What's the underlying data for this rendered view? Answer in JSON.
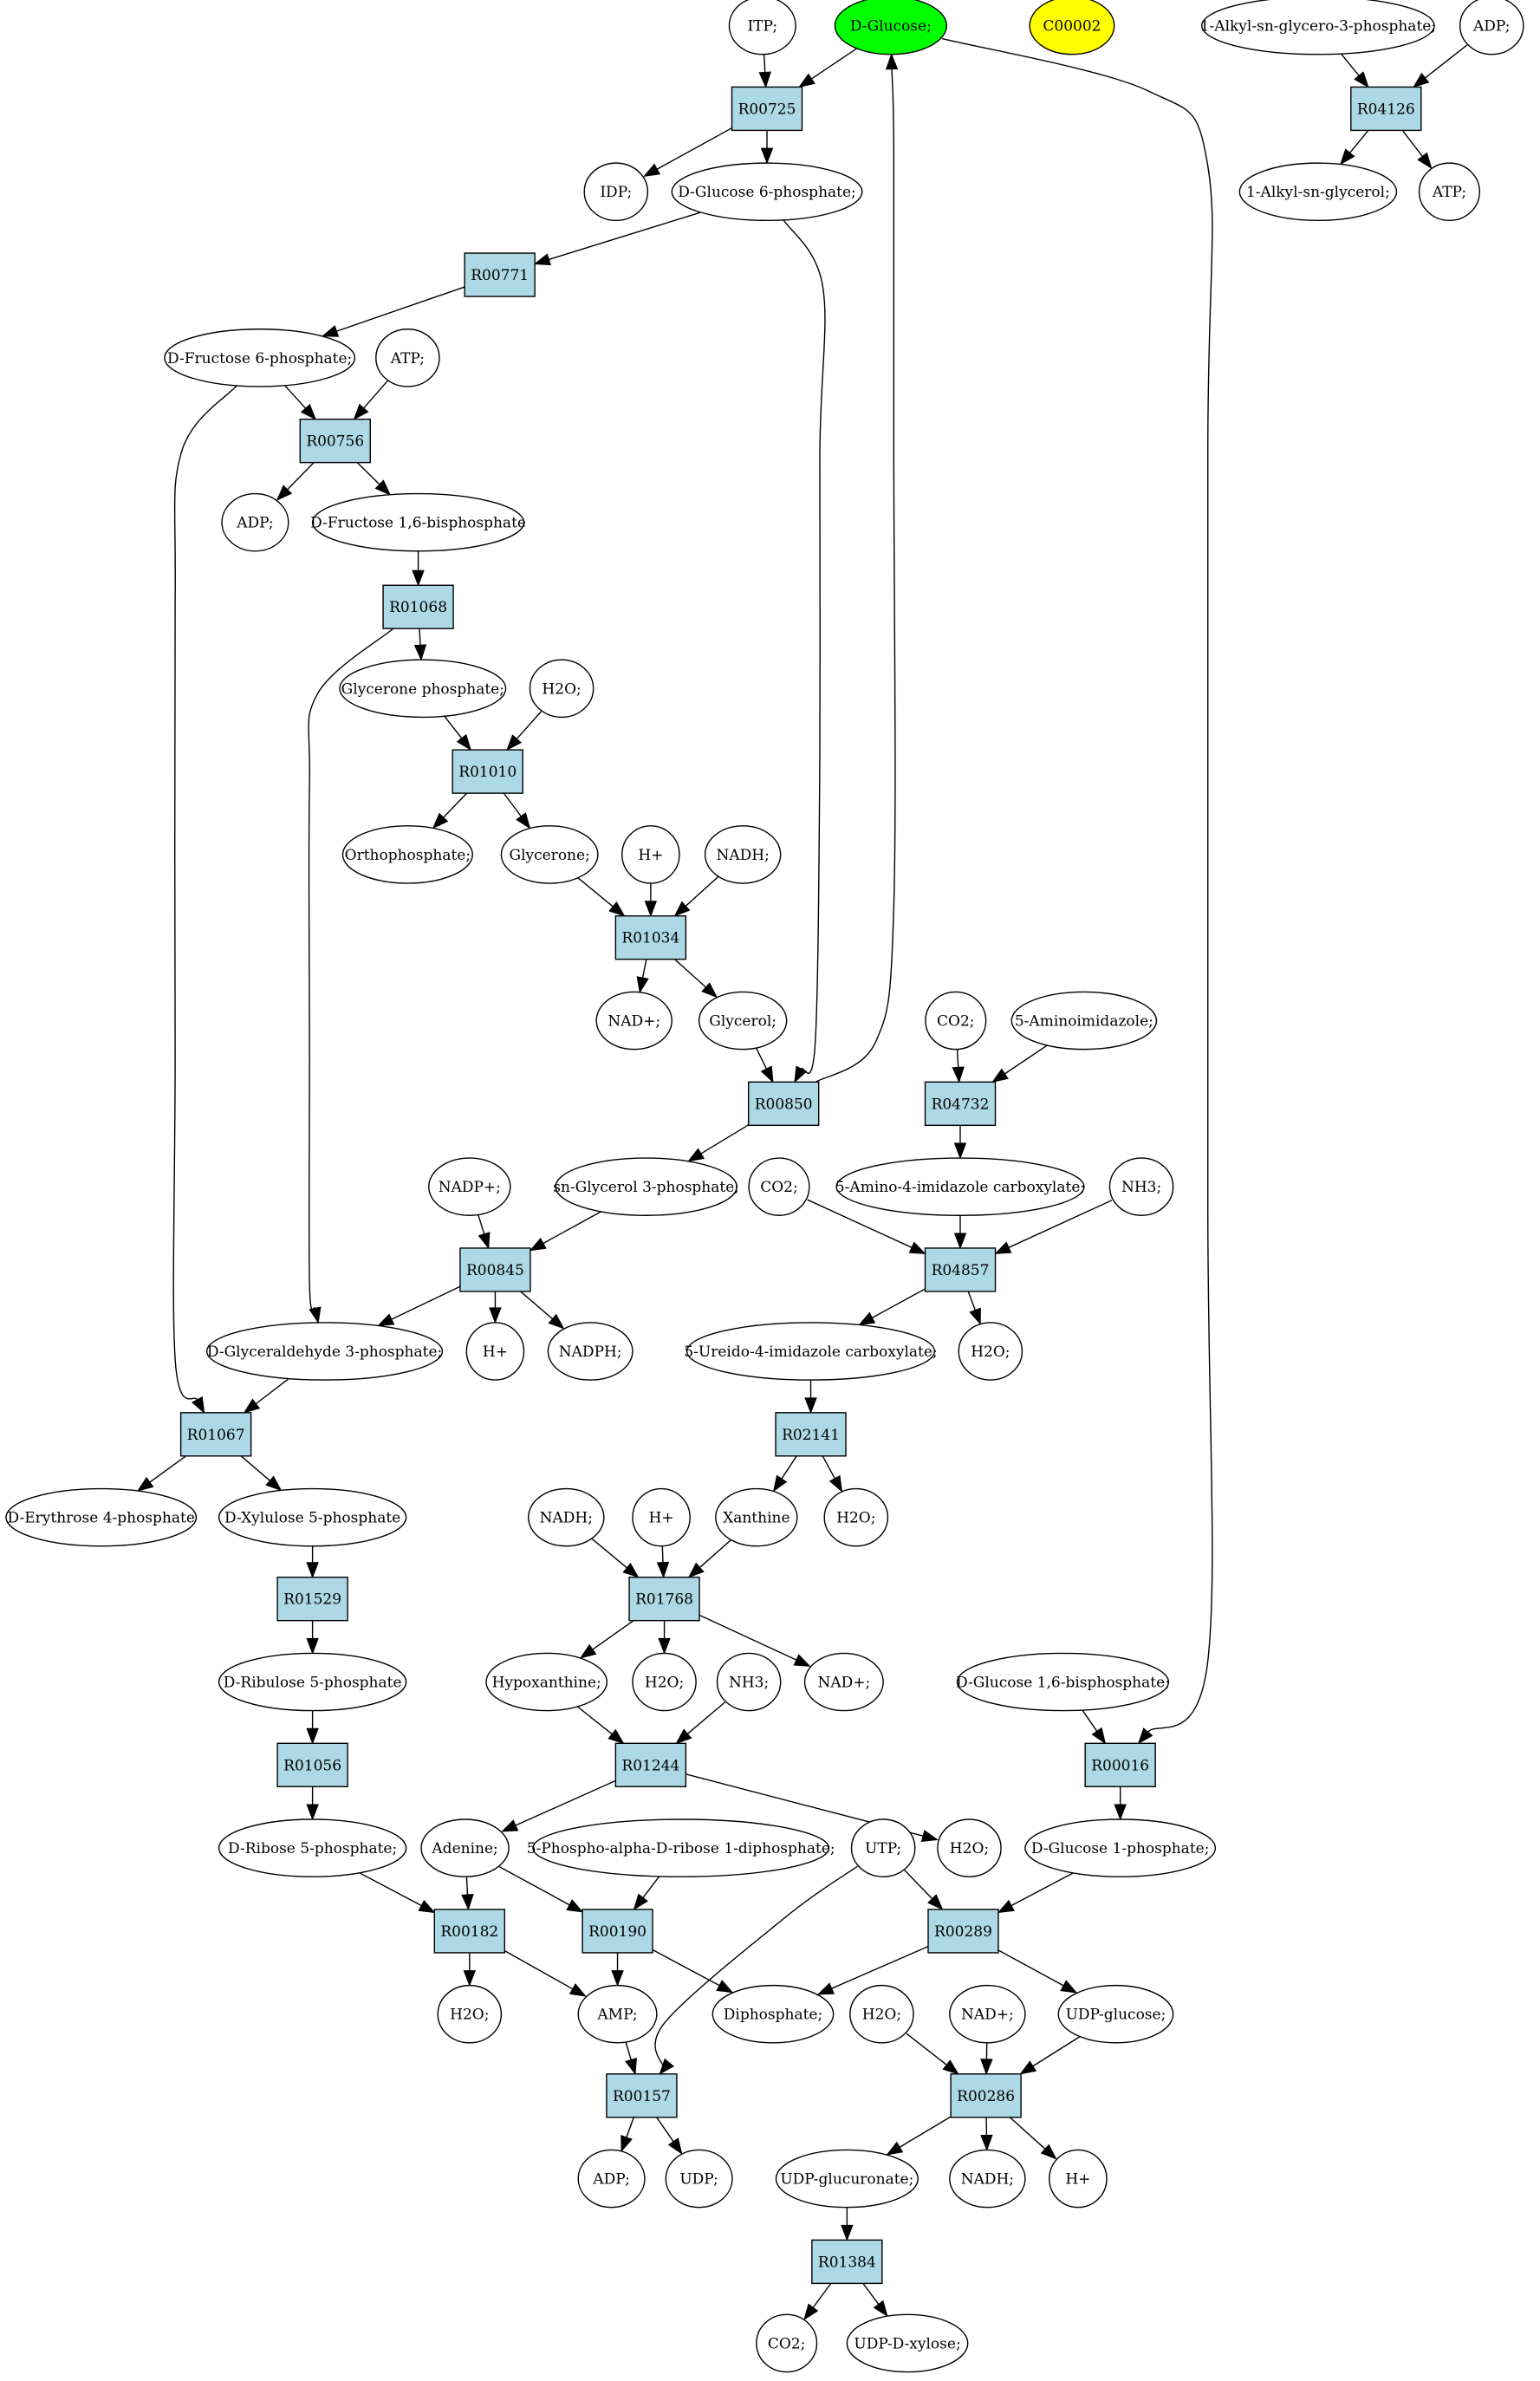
{
  "nodes": {
    "itp": {
      "label": "ITP;",
      "kind": "compound"
    },
    "dglucose": {
      "label": "D-Glucose;",
      "kind": "compound",
      "highlight": "#00ff00"
    },
    "c00002": {
      "label": "C00002",
      "kind": "compound",
      "highlight": "#ffff00"
    },
    "alkylglyc3p": {
      "label": "1-Alkyl-sn-glycero-3-phosphate;",
      "kind": "compound"
    },
    "adp_top": {
      "label": "ADP;",
      "kind": "compound"
    },
    "r00725": {
      "label": "R00725",
      "kind": "reaction"
    },
    "r04126": {
      "label": "R04126",
      "kind": "reaction"
    },
    "idp": {
      "label": "IDP;",
      "kind": "compound"
    },
    "dglc6p": {
      "label": "D-Glucose 6-phosphate;",
      "kind": "compound"
    },
    "alkylglycerol": {
      "label": "1-Alkyl-sn-glycerol;",
      "kind": "compound"
    },
    "atp_top": {
      "label": "ATP;",
      "kind": "compound"
    },
    "r00771": {
      "label": "R00771",
      "kind": "reaction"
    },
    "dfru6p": {
      "label": "D-Fructose 6-phosphate;",
      "kind": "compound"
    },
    "atp2": {
      "label": "ATP;",
      "kind": "compound"
    },
    "r00756": {
      "label": "R00756",
      "kind": "reaction"
    },
    "adp2": {
      "label": "ADP;",
      "kind": "compound"
    },
    "dfru16bp": {
      "label": "D-Fructose 1,6-bisphosphate",
      "kind": "compound"
    },
    "r01068": {
      "label": "R01068",
      "kind": "reaction"
    },
    "glyceronep": {
      "label": "Glycerone phosphate;",
      "kind": "compound"
    },
    "h2o_1": {
      "label": "H2O;",
      "kind": "compound"
    },
    "r01010": {
      "label": "R01010",
      "kind": "reaction"
    },
    "orthophosphate": {
      "label": "Orthophosphate;",
      "kind": "compound"
    },
    "glycerone": {
      "label": "Glycerone;",
      "kind": "compound"
    },
    "hplus_1": {
      "label": "H+",
      "kind": "compound"
    },
    "nadh_1": {
      "label": "NADH;",
      "kind": "compound"
    },
    "r01034": {
      "label": "R01034",
      "kind": "reaction"
    },
    "nadplus_1": {
      "label": "NAD+;",
      "kind": "compound"
    },
    "glycerol": {
      "label": "Glycerol;",
      "kind": "compound"
    },
    "co2_1": {
      "label": "CO2;",
      "kind": "compound"
    },
    "aminoimidazole": {
      "label": "5-Aminoimidazole;",
      "kind": "compound"
    },
    "r00850": {
      "label": "R00850",
      "kind": "reaction"
    },
    "r04732": {
      "label": "R04732",
      "kind": "reaction"
    },
    "nadpplus": {
      "label": "NADP+;",
      "kind": "compound"
    },
    "snglyc3p": {
      "label": "sn-Glycerol 3-phosphate;",
      "kind": "compound"
    },
    "co2_2": {
      "label": "CO2;",
      "kind": "compound"
    },
    "aicarbox": {
      "label": "5-Amino-4-imidazole carboxylate;",
      "kind": "compound"
    },
    "nh3_1": {
      "label": "NH3;",
      "kind": "compound"
    },
    "r00845": {
      "label": "R00845",
      "kind": "reaction"
    },
    "r04857": {
      "label": "R04857",
      "kind": "reaction"
    },
    "dgap": {
      "label": "D-Glyceraldehyde 3-phosphate;",
      "kind": "compound"
    },
    "hplus_2": {
      "label": "H+",
      "kind": "compound"
    },
    "nadph": {
      "label": "NADPH;",
      "kind": "compound"
    },
    "ureidocarbox": {
      "label": "5-Ureido-4-imidazole carboxylate;",
      "kind": "compound"
    },
    "h2o_2": {
      "label": "H2O;",
      "kind": "compound"
    },
    "r01067": {
      "label": "R01067",
      "kind": "reaction"
    },
    "r02141": {
      "label": "R02141",
      "kind": "reaction"
    },
    "derythrose4p": {
      "label": "D-Erythrose 4-phosphate",
      "kind": "compound"
    },
    "dxylulose5p": {
      "label": "D-Xylulose 5-phosphate",
      "kind": "compound"
    },
    "nadh_2": {
      "label": "NADH;",
      "kind": "compound"
    },
    "hplus_3": {
      "label": "H+",
      "kind": "compound"
    },
    "xanthine": {
      "label": "Xanthine",
      "kind": "compound"
    },
    "h2o_3": {
      "label": "H2O;",
      "kind": "compound"
    },
    "r01529": {
      "label": "R01529",
      "kind": "reaction"
    },
    "r01768": {
      "label": "R01768",
      "kind": "reaction"
    },
    "dribulose5p": {
      "label": "D-Ribulose 5-phosphate",
      "kind": "compound"
    },
    "hypoxanthine": {
      "label": "Hypoxanthine;",
      "kind": "compound"
    },
    "h2o_4": {
      "label": "H2O;",
      "kind": "compound"
    },
    "nh3_2": {
      "label": "NH3;",
      "kind": "compound"
    },
    "nadplus_2": {
      "label": "NAD+;",
      "kind": "compound"
    },
    "dglc16bp": {
      "label": "D-Glucose 1,6-bisphosphate;",
      "kind": "compound"
    },
    "r01056": {
      "label": "R01056",
      "kind": "reaction"
    },
    "r01244": {
      "label": "R01244",
      "kind": "reaction"
    },
    "r00016": {
      "label": "R00016",
      "kind": "reaction"
    },
    "dribose5p": {
      "label": "D-Ribose 5-phosphate;",
      "kind": "compound"
    },
    "adenine": {
      "label": "Adenine;",
      "kind": "compound"
    },
    "prpp": {
      "label": "5-Phospho-alpha-D-ribose 1-diphosphate;",
      "kind": "compound"
    },
    "utp": {
      "label": "UTP;",
      "kind": "compound"
    },
    "h2o_5": {
      "label": "H2O;",
      "kind": "compound"
    },
    "dglc1p": {
      "label": "D-Glucose 1-phosphate;",
      "kind": "compound"
    },
    "r00182": {
      "label": "R00182",
      "kind": "reaction"
    },
    "r00190": {
      "label": "R00190",
      "kind": "reaction"
    },
    "r00289": {
      "label": "R00289",
      "kind": "reaction"
    },
    "h2o_6": {
      "label": "H2O;",
      "kind": "compound"
    },
    "amp": {
      "label": "AMP;",
      "kind": "compound"
    },
    "diphosphate": {
      "label": "Diphosphate;",
      "kind": "compound"
    },
    "h2o_7": {
      "label": "H2O;",
      "kind": "compound"
    },
    "nadplus_3": {
      "label": "NAD+;",
      "kind": "compound"
    },
    "udpglucose": {
      "label": "UDP-glucose;",
      "kind": "compound"
    },
    "r00157": {
      "label": "R00157",
      "kind": "reaction"
    },
    "r00286": {
      "label": "R00286",
      "kind": "reaction"
    },
    "adp3": {
      "label": "ADP;",
      "kind": "compound"
    },
    "udp": {
      "label": "UDP;",
      "kind": "compound"
    },
    "udpglucuronate": {
      "label": "UDP-glucuronate;",
      "kind": "compound"
    },
    "nadh_3": {
      "label": "NADH;",
      "kind": "compound"
    },
    "hplus_4": {
      "label": "H+",
      "kind": "compound"
    },
    "r01384": {
      "label": "R01384",
      "kind": "reaction"
    },
    "co2_3": {
      "label": "CO2;",
      "kind": "compound"
    },
    "udpxylose": {
      "label": "UDP-D-xylose;",
      "kind": "compound"
    }
  },
  "edges": [
    [
      "itp",
      "r00725"
    ],
    [
      "dglucose",
      "r00725"
    ],
    [
      "r00725",
      "idp"
    ],
    [
      "r00725",
      "dglc6p"
    ],
    [
      "alkylglyc3p",
      "r04126"
    ],
    [
      "adp_top",
      "r04126"
    ],
    [
      "r04126",
      "alkylglycerol"
    ],
    [
      "r04126",
      "atp_top"
    ],
    [
      "dglc6p",
      "r00771"
    ],
    [
      "r00771",
      "dfru6p"
    ],
    [
      "dfru6p",
      "r00756"
    ],
    [
      "atp2",
      "r00756"
    ],
    [
      "r00756",
      "adp2"
    ],
    [
      "r00756",
      "dfru16bp"
    ],
    [
      "dfru16bp",
      "r01068"
    ],
    [
      "r01068",
      "glyceronep"
    ],
    [
      "r01068",
      "dgap"
    ],
    [
      "glyceronep",
      "r01010"
    ],
    [
      "h2o_1",
      "r01010"
    ],
    [
      "r01010",
      "orthophosphate"
    ],
    [
      "r01010",
      "glycerone"
    ],
    [
      "glycerone",
      "r01034"
    ],
    [
      "hplus_1",
      "r01034"
    ],
    [
      "nadh_1",
      "r01034"
    ],
    [
      "r01034",
      "nadplus_1"
    ],
    [
      "r01034",
      "glycerol"
    ],
    [
      "glycerol",
      "r00850"
    ],
    [
      "dglc6p",
      "r00850"
    ],
    [
      "r00850",
      "dglucose"
    ],
    [
      "r00850",
      "snglyc3p"
    ],
    [
      "co2_1",
      "r04732"
    ],
    [
      "aminoimidazole",
      "r04732"
    ],
    [
      "r04732",
      "aicarbox"
    ],
    [
      "nadpplus",
      "r00845"
    ],
    [
      "snglyc3p",
      "r00845"
    ],
    [
      "r00845",
      "dgap"
    ],
    [
      "r00845",
      "hplus_2"
    ],
    [
      "r00845",
      "nadph"
    ],
    [
      "co2_2",
      "r04857"
    ],
    [
      "aicarbox",
      "r04857"
    ],
    [
      "nh3_1",
      "r04857"
    ],
    [
      "r04857",
      "ureidocarbox"
    ],
    [
      "r04857",
      "h2o_2"
    ],
    [
      "dfru6p",
      "r01067"
    ],
    [
      "dgap",
      "r01067"
    ],
    [
      "r01067",
      "derythrose4p"
    ],
    [
      "r01067",
      "dxylulose5p"
    ],
    [
      "ureidocarbox",
      "r02141"
    ],
    [
      "r02141",
      "xanthine"
    ],
    [
      "r02141",
      "h2o_3"
    ],
    [
      "dxylulose5p",
      "r01529"
    ],
    [
      "r01529",
      "dribulose5p"
    ],
    [
      "nadh_2",
      "r01768"
    ],
    [
      "hplus_3",
      "r01768"
    ],
    [
      "xanthine",
      "r01768"
    ],
    [
      "r01768",
      "hypoxanthine"
    ],
    [
      "r01768",
      "h2o_4"
    ],
    [
      "r01768",
      "nadplus_2"
    ],
    [
      "dribulose5p",
      "r01056"
    ],
    [
      "r01056",
      "dribose5p"
    ],
    [
      "hypoxanthine",
      "r01244"
    ],
    [
      "nh3_2",
      "r01244"
    ],
    [
      "r01244",
      "adenine"
    ],
    [
      "r01244",
      "h2o_5"
    ],
    [
      "dglc16bp",
      "r00016"
    ],
    [
      "dglucose",
      "r00016"
    ],
    [
      "r00016",
      "dglc1p"
    ],
    [
      "dribose5p",
      "r00182"
    ],
    [
      "adenine",
      "r00182"
    ],
    [
      "r00182",
      "h2o_6"
    ],
    [
      "r00182",
      "amp"
    ],
    [
      "adenine",
      "r00190"
    ],
    [
      "prpp",
      "r00190"
    ],
    [
      "r00190",
      "amp"
    ],
    [
      "r00190",
      "diphosphate"
    ],
    [
      "utp",
      "r00289"
    ],
    [
      "dglc1p",
      "r00289"
    ],
    [
      "r00289",
      "diphosphate"
    ],
    [
      "r00289",
      "udpglucose"
    ],
    [
      "amp",
      "r00157"
    ],
    [
      "utp",
      "r00157"
    ],
    [
      "r00157",
      "adp3"
    ],
    [
      "r00157",
      "udp"
    ],
    [
      "h2o_7",
      "r00286"
    ],
    [
      "nadplus_3",
      "r00286"
    ],
    [
      "udpglucose",
      "r00286"
    ],
    [
      "r00286",
      "udpglucuronate"
    ],
    [
      "r00286",
      "nadh_3"
    ],
    [
      "r00286",
      "hplus_4"
    ],
    [
      "udpglucuronate",
      "r01384"
    ],
    [
      "r01384",
      "co2_3"
    ],
    [
      "r01384",
      "udpxylose"
    ]
  ],
  "reaction_fill": "#add8e6",
  "compound_fill": "#ffffff"
}
